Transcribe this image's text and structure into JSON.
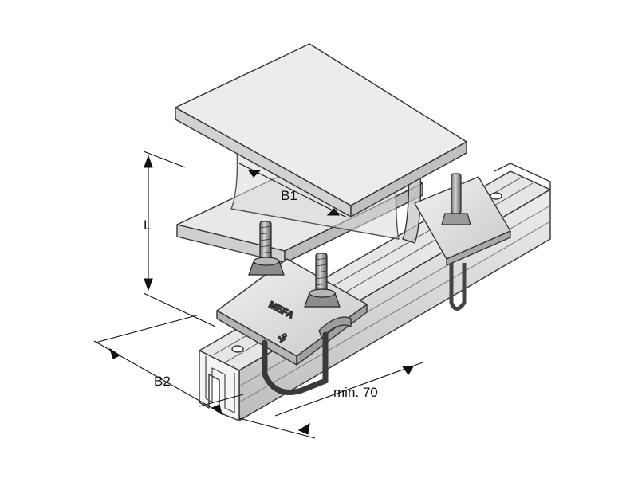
{
  "labels": {
    "b1": "B1",
    "b2": "B2",
    "l": "L",
    "min_depth": "min. 70"
  },
  "plate_markings": {
    "brand": "MEFA",
    "model": "1P"
  }
}
